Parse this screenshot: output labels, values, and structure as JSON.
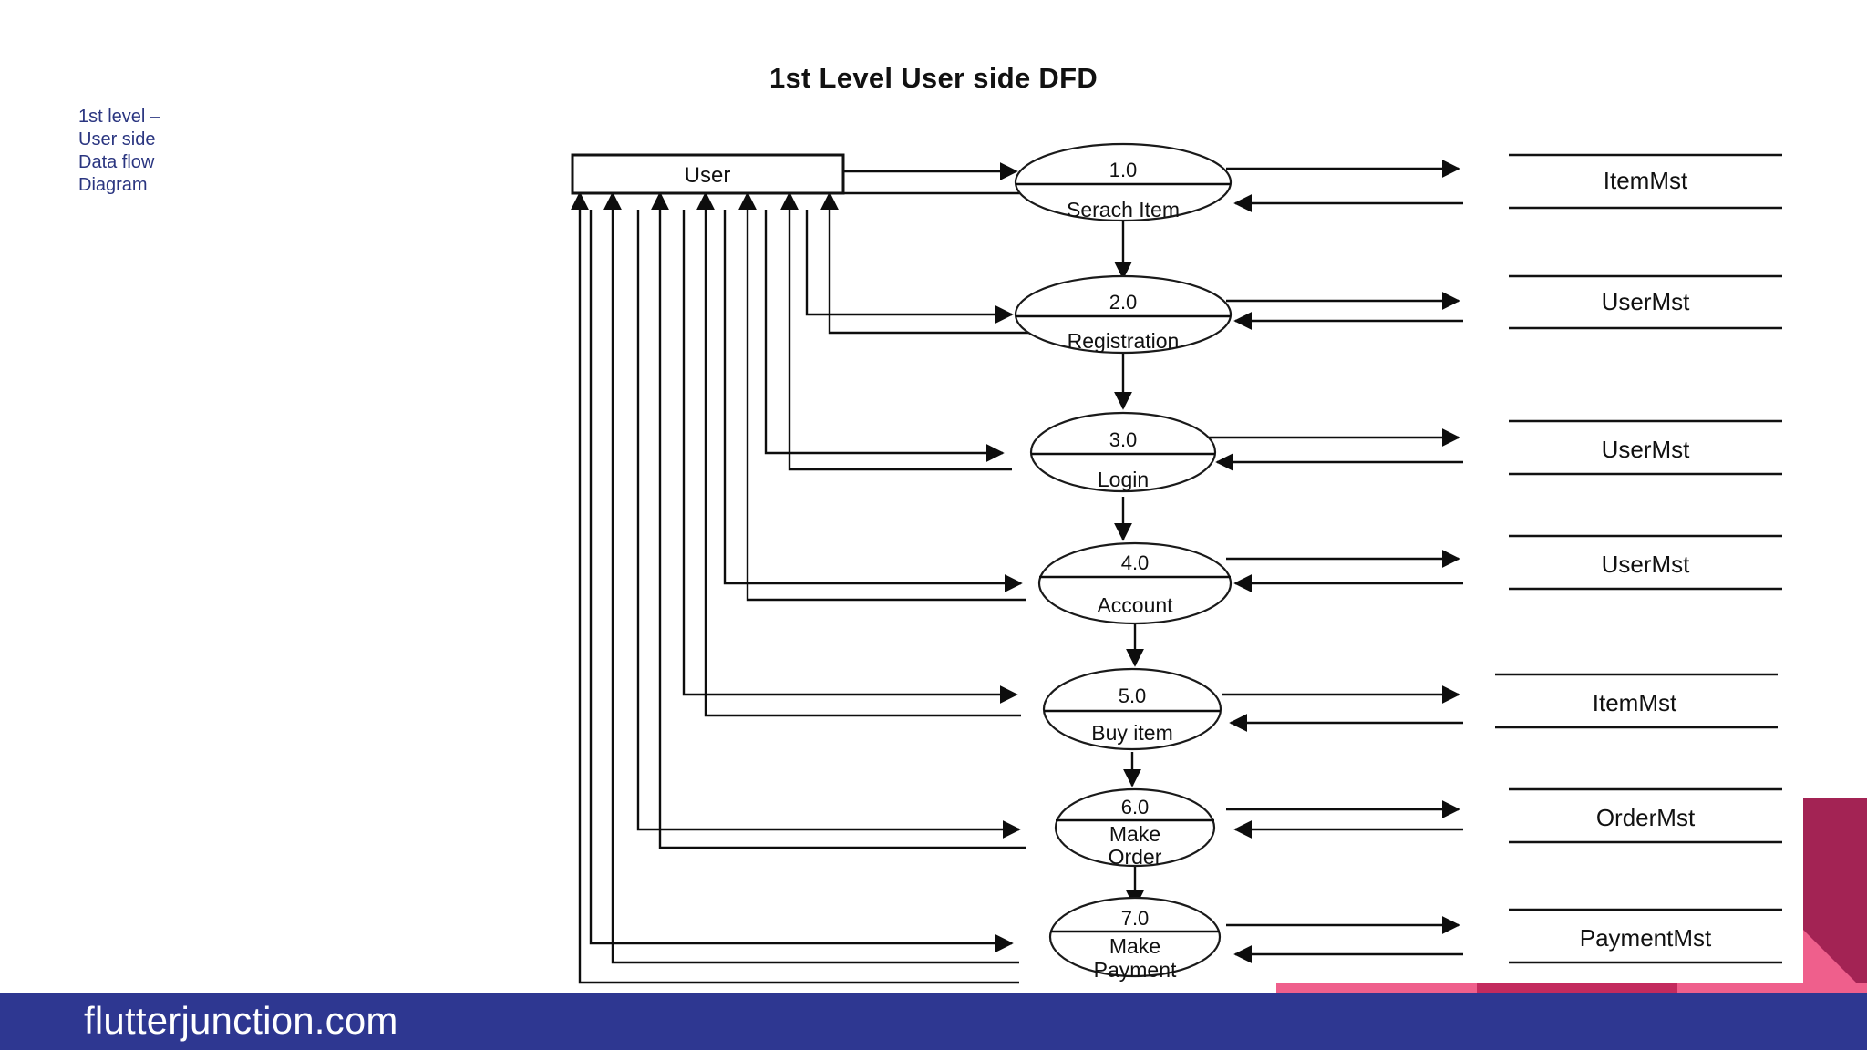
{
  "slide": {
    "title": "1st Level User side DFD",
    "side_caption": "1st level –\nUser side\nData flow\n Diagram",
    "background_color": "#ffffff",
    "footer": {
      "text": "flutterjunction.com",
      "background_color": "#2e3791",
      "text_color": "#ffffff"
    },
    "decorations": {
      "dark_magenta": "#a32354",
      "light_pink": "#ef5f8c",
      "mid_pink": "#e8447e"
    }
  },
  "diagram": {
    "type": "data-flow-diagram",
    "external_entity": {
      "label": "User"
    },
    "processes": [
      {
        "number": "1.0",
        "name": "Serach Item",
        "name_lines": [
          "Serach Item"
        ]
      },
      {
        "number": "2.0",
        "name": "Registration",
        "name_lines": [
          "Registration"
        ]
      },
      {
        "number": "3.0",
        "name": "Login",
        "name_lines": [
          "Login"
        ]
      },
      {
        "number": "4.0",
        "name": "Account",
        "name_lines": [
          "Account"
        ]
      },
      {
        "number": "5.0",
        "name": "Buy item",
        "name_lines": [
          "Buy item"
        ]
      },
      {
        "number": "6.0",
        "name": "Make Order",
        "name_lines": [
          "Make",
          "Order"
        ]
      },
      {
        "number": "7.0",
        "name": "Make Payment",
        "name_lines": [
          "Make",
          "Payment"
        ]
      }
    ],
    "data_stores": [
      {
        "label": "ItemMst"
      },
      {
        "label": "UserMst"
      },
      {
        "label": "UserMst"
      },
      {
        "label": "UserMst"
      },
      {
        "label": "ItemMst"
      },
      {
        "label": "OrderMst"
      },
      {
        "label": "PaymentMst"
      }
    ],
    "flows": {
      "entity_to_process": "User sends request into each process",
      "process_to_store": "each process writes to its data store",
      "store_to_process": "each data store returns data to its process",
      "process_to_entity": "each process returns response up to User",
      "process_chain": "1.0 → 2.0 → 3.0 → 4.0 → 5.0 → 6.0 → 7.0"
    }
  }
}
